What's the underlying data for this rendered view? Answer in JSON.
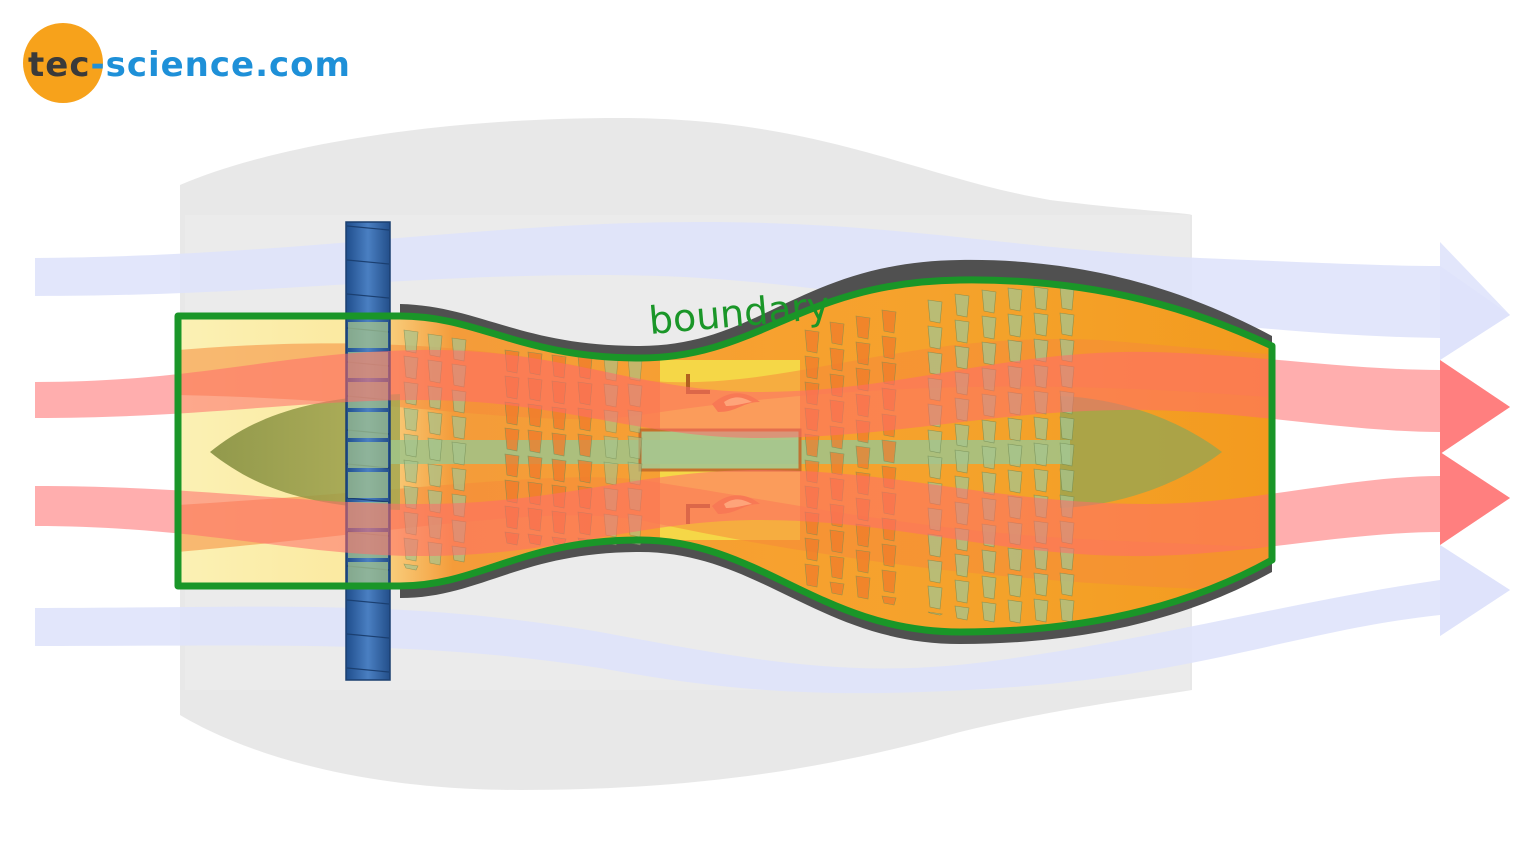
{
  "logo": {
    "part1": "tec",
    "part2": "-science.com",
    "circle_color": "#f7a21b",
    "part1_color": "#3a3a3a",
    "part2_color": "#1e90d8"
  },
  "diagram": {
    "boundary_label": "boundary",
    "colors": {
      "boundary": "#1a9628",
      "fan": "#2e5f9e",
      "bypass_flow": "#dfe3fb",
      "core_flow": "#ff8080",
      "nacelle": "#e6e6e6",
      "casing": "#505050",
      "inner_fill": "#f6ad2c"
    },
    "icons": {
      "combustor_flame": "flame-icon",
      "flow_arrow": "arrow-right-icon"
    }
  }
}
